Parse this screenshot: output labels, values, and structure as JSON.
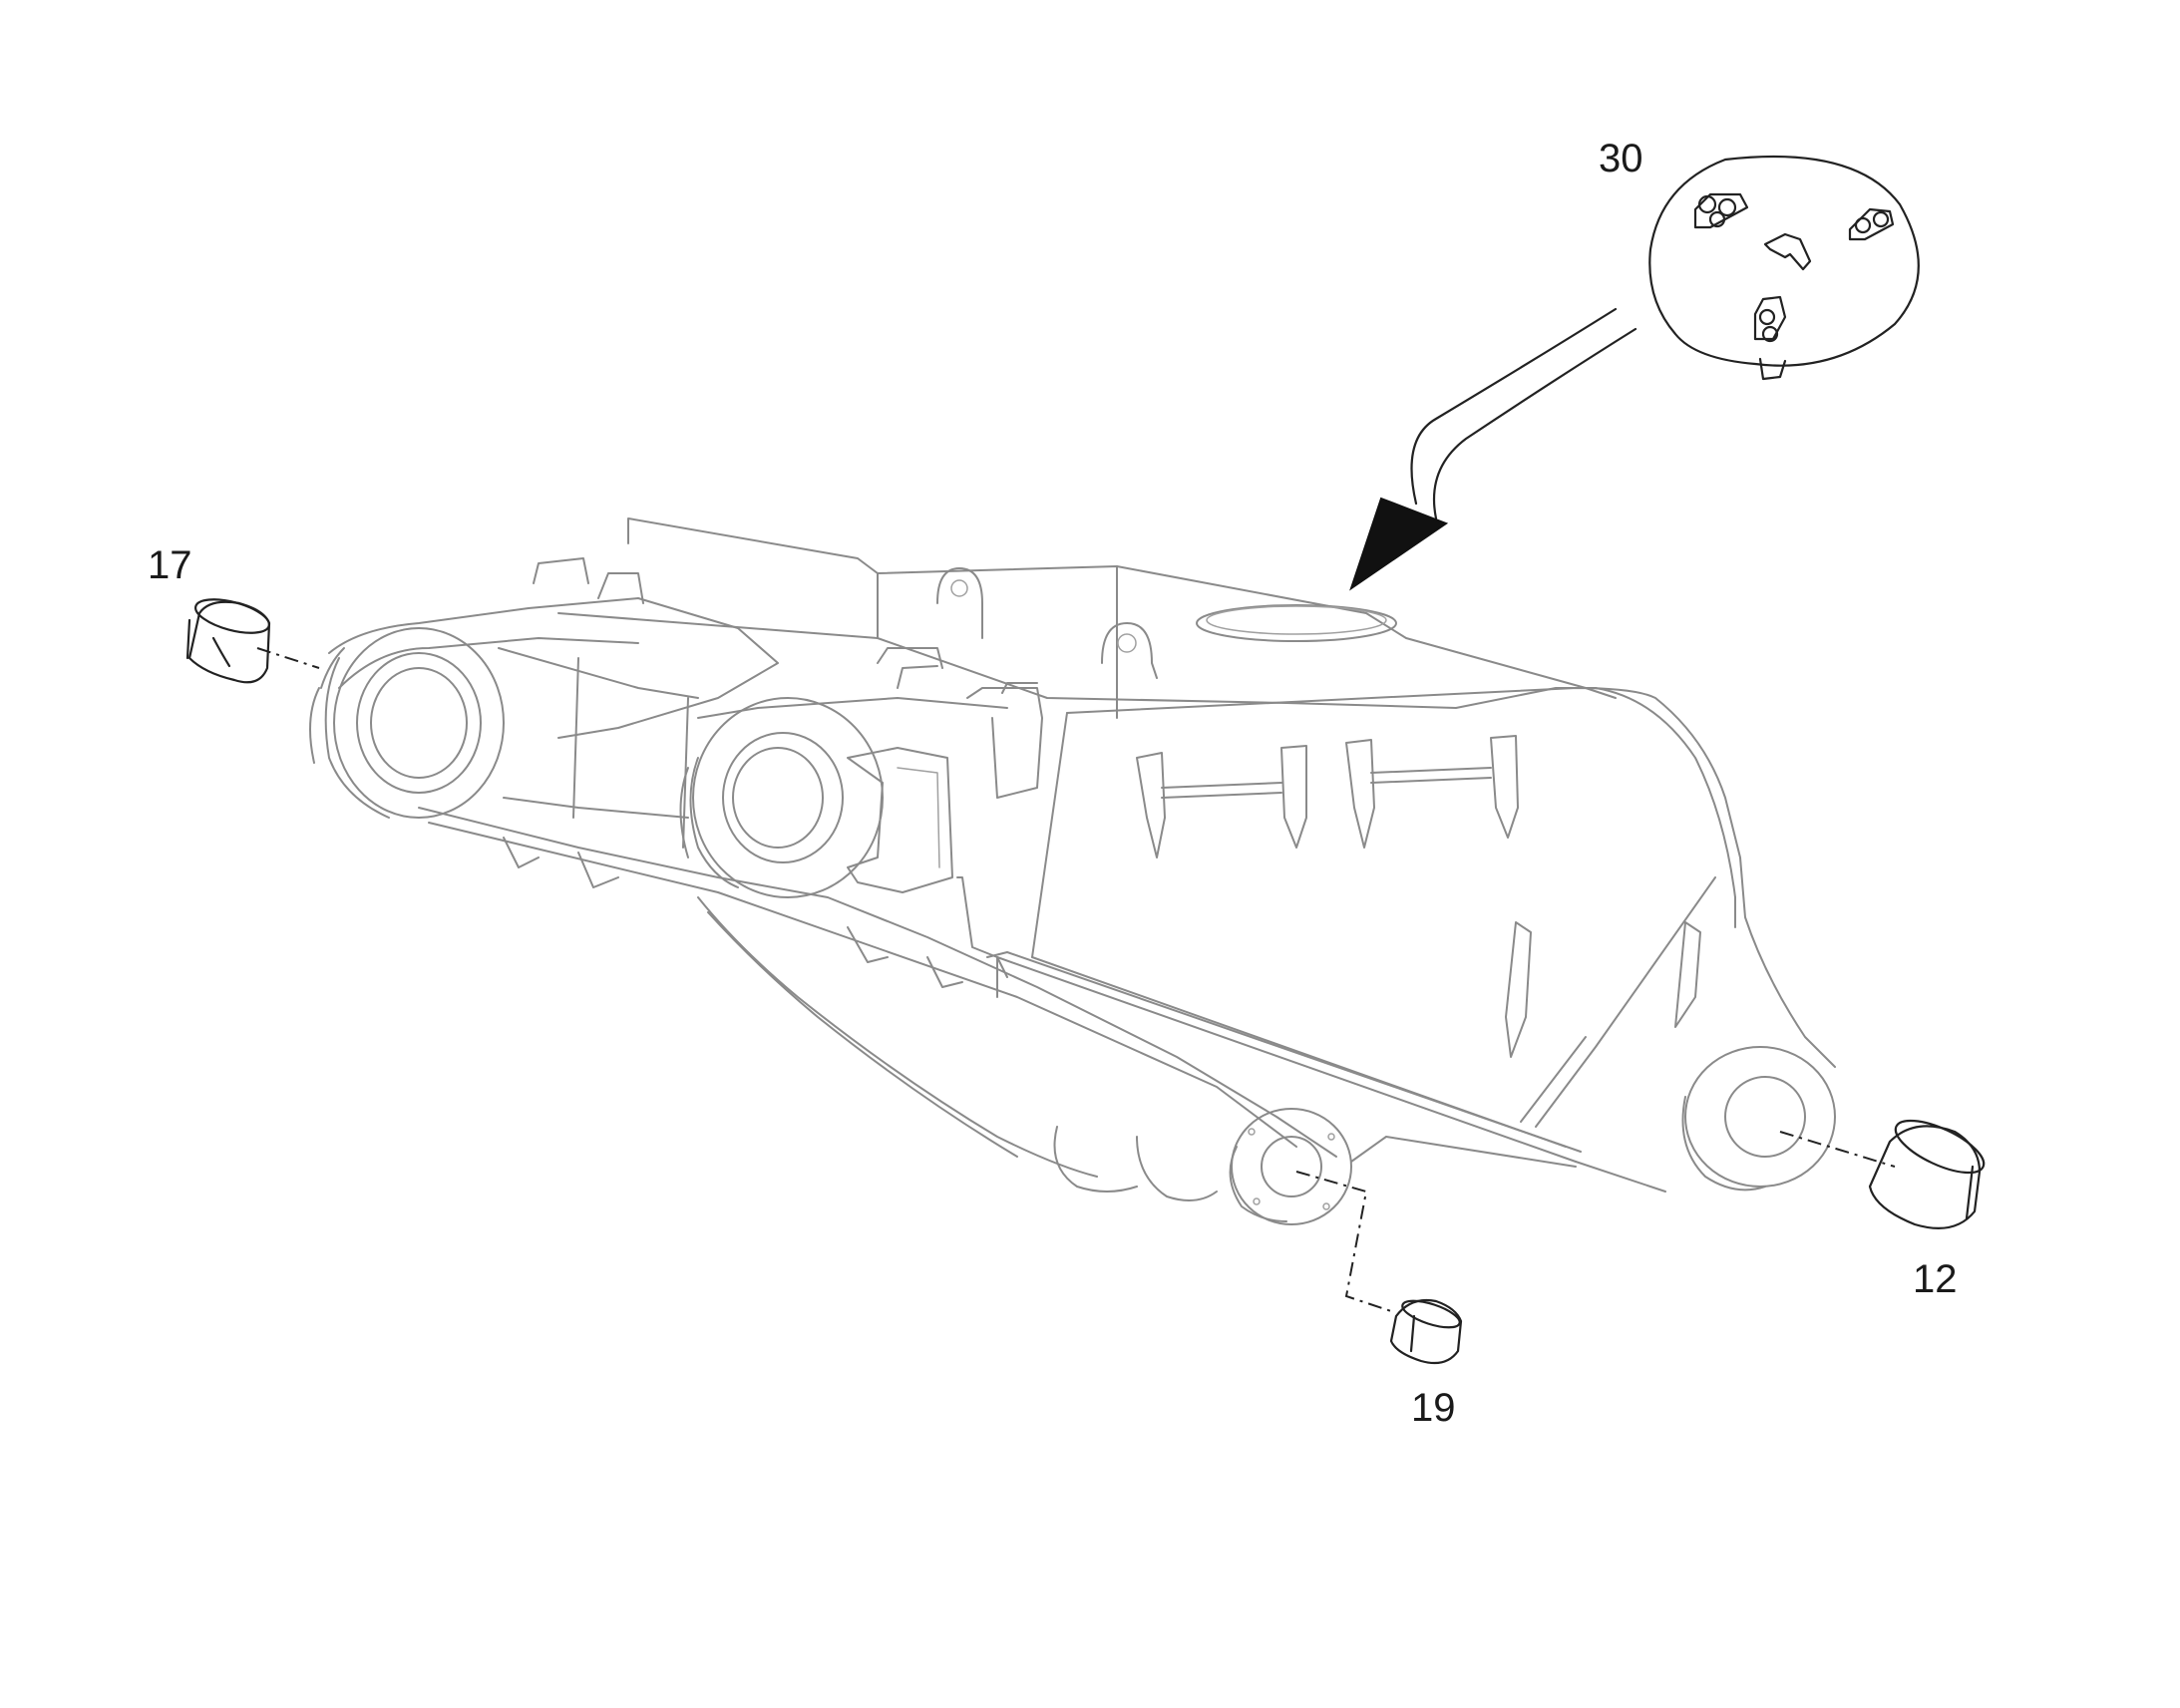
{
  "callouts": {
    "c30": "30",
    "c17": "17",
    "c12": "12",
    "c19": "19"
  },
  "colors": {
    "body_line": "#8a8a8a",
    "part_line": "#222222",
    "background": "#ffffff"
  }
}
